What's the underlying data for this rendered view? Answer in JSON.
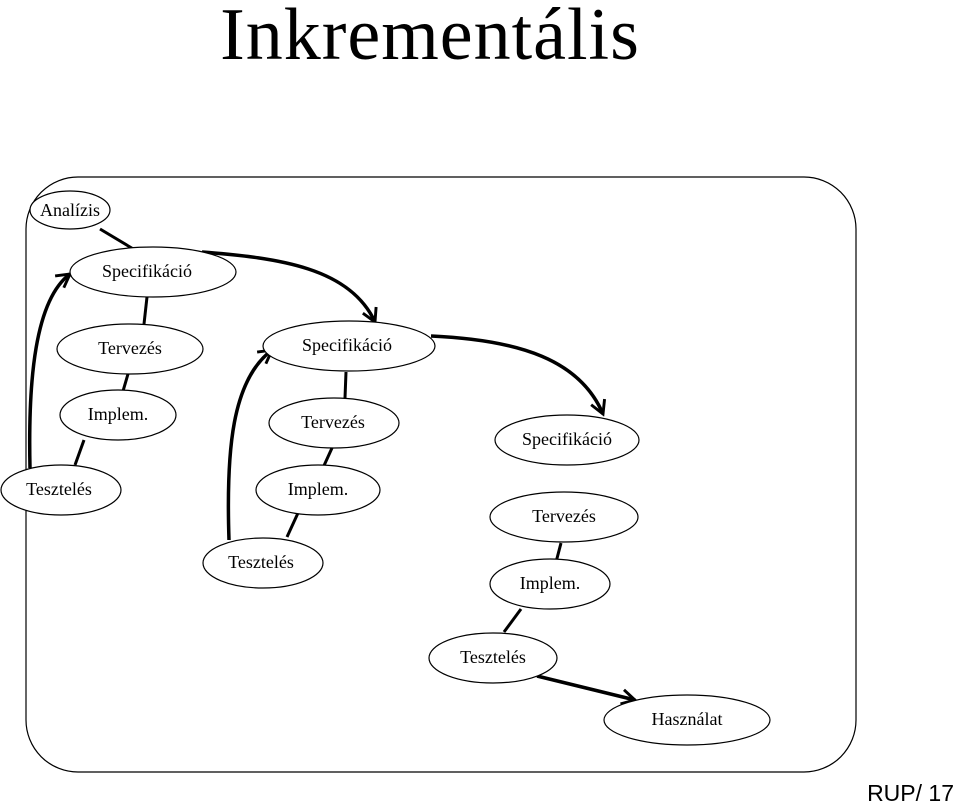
{
  "title": "Inkrementális",
  "footer": "RUP/ 17",
  "colors": {
    "line": "#000000",
    "background": "#ffffff"
  },
  "nodes": [
    {
      "id": "analizis",
      "label": "Analízis"
    },
    {
      "id": "spec1",
      "label": "Specifikáció"
    },
    {
      "id": "terv1",
      "label": "Tervezés"
    },
    {
      "id": "impl1",
      "label": "Implem."
    },
    {
      "id": "teszt1",
      "label": "Tesztelés"
    },
    {
      "id": "spec2",
      "label": "Specifikáció"
    },
    {
      "id": "terv2",
      "label": "Tervezés"
    },
    {
      "id": "impl2",
      "label": "Implem."
    },
    {
      "id": "teszt2",
      "label": "Tesztelés"
    },
    {
      "id": "spec3",
      "label": "Specifikáció"
    },
    {
      "id": "terv3",
      "label": "Tervezés"
    },
    {
      "id": "impl3",
      "label": "Implem."
    },
    {
      "id": "teszt3",
      "label": "Tesztelés"
    },
    {
      "id": "hasznalat",
      "label": "Használat"
    }
  ]
}
